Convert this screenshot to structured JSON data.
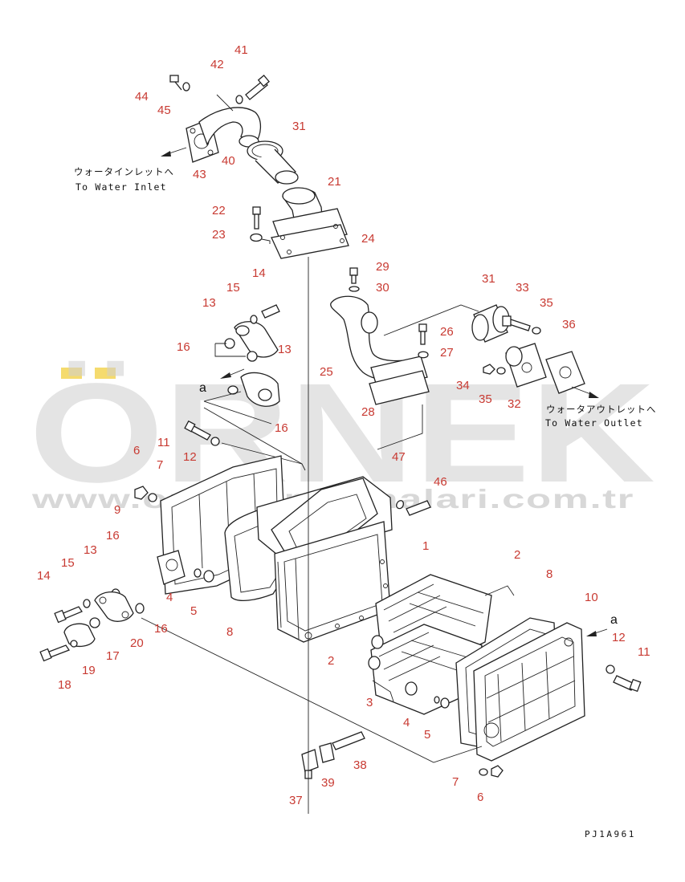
{
  "labels": {
    "water_inlet_jp": "ウォータインレットへ",
    "water_inlet_en": "To Water Inlet",
    "water_outlet_jp": "ウォータアウトレットへ",
    "water_outlet_en": "To Water Outlet",
    "ref_a_top": "a",
    "ref_a_right": "a",
    "drawing_code": "PJ1A961"
  },
  "watermark": {
    "brand": "ÖRNEK",
    "url": "www.orneksmatinalari.com.tr"
  },
  "colors": {
    "callout": "#c83a32",
    "line": "#222222",
    "watermark": "#cfcfcf",
    "accent": "#f2d24a"
  },
  "callouts": {
    "c41": "41",
    "c42": "42",
    "c44": "44",
    "c45": "45",
    "c31a": "31",
    "c40": "40",
    "c43": "43",
    "c21": "21",
    "c22": "22",
    "c23": "23",
    "c24": "24",
    "c29": "29",
    "c30": "30",
    "c31b": "31",
    "c33": "33",
    "c35a": "35",
    "c36": "36",
    "c26": "26",
    "c27": "27",
    "c25": "25",
    "c34": "34",
    "c35b": "35",
    "c32": "32",
    "c28": "28",
    "c14a": "14",
    "c15a": "15",
    "c13a": "13",
    "c16a": "16",
    "c13b": "13",
    "c16b": "16",
    "c11a": "11",
    "c12a": "12",
    "c6a": "6",
    "c7a": "7",
    "c9": "9",
    "c47": "47",
    "c46": "46",
    "c1": "1",
    "c2a": "2",
    "c8a": "8",
    "c10": "10",
    "c16c": "16",
    "c13c": "13",
    "c15b": "15",
    "c14b": "14",
    "c4a": "4",
    "c5a": "5",
    "c8b": "8",
    "c16d": "16",
    "c20": "20",
    "c17": "17",
    "c19": "19",
    "c18": "18",
    "c2b": "2",
    "c3": "3",
    "c4b": "4",
    "c5b": "5",
    "c12b": "12",
    "c11b": "11",
    "c38": "38",
    "c39": "39",
    "c37": "37",
    "c7b": "7",
    "c6b": "6"
  }
}
